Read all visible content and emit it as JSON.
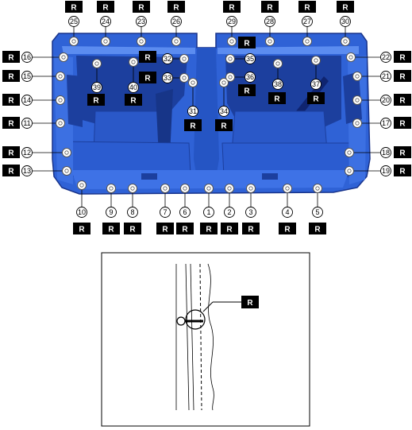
{
  "diagram": {
    "replace_label": "R",
    "panel_color": "#2f62d6",
    "panel_dark": "#1c3f9e",
    "panel_light": "#5b8cf0",
    "callouts": {
      "c1": "1",
      "c2": "2",
      "c3": "3",
      "c4": "4",
      "c5": "5",
      "c6": "6",
      "c7": "7",
      "c8": "8",
      "c9": "9",
      "c10": "10",
      "c11": "11",
      "c12": "12",
      "c13": "13",
      "c14": "14",
      "c15": "15",
      "c16": "16",
      "c17": "17",
      "c18": "18",
      "c19": "19",
      "c20": "20",
      "c21": "21",
      "c22": "22",
      "c23": "23",
      "c24": "24",
      "c25": "25",
      "c26": "26",
      "c27": "27",
      "c28": "28",
      "c29": "29",
      "c30": "30",
      "c31": "31",
      "c32": "32",
      "c33": "33",
      "c34": "34",
      "c35": "35",
      "c36": "36",
      "c37": "37",
      "c38": "38",
      "c39": "39",
      "c40": "40"
    }
  }
}
